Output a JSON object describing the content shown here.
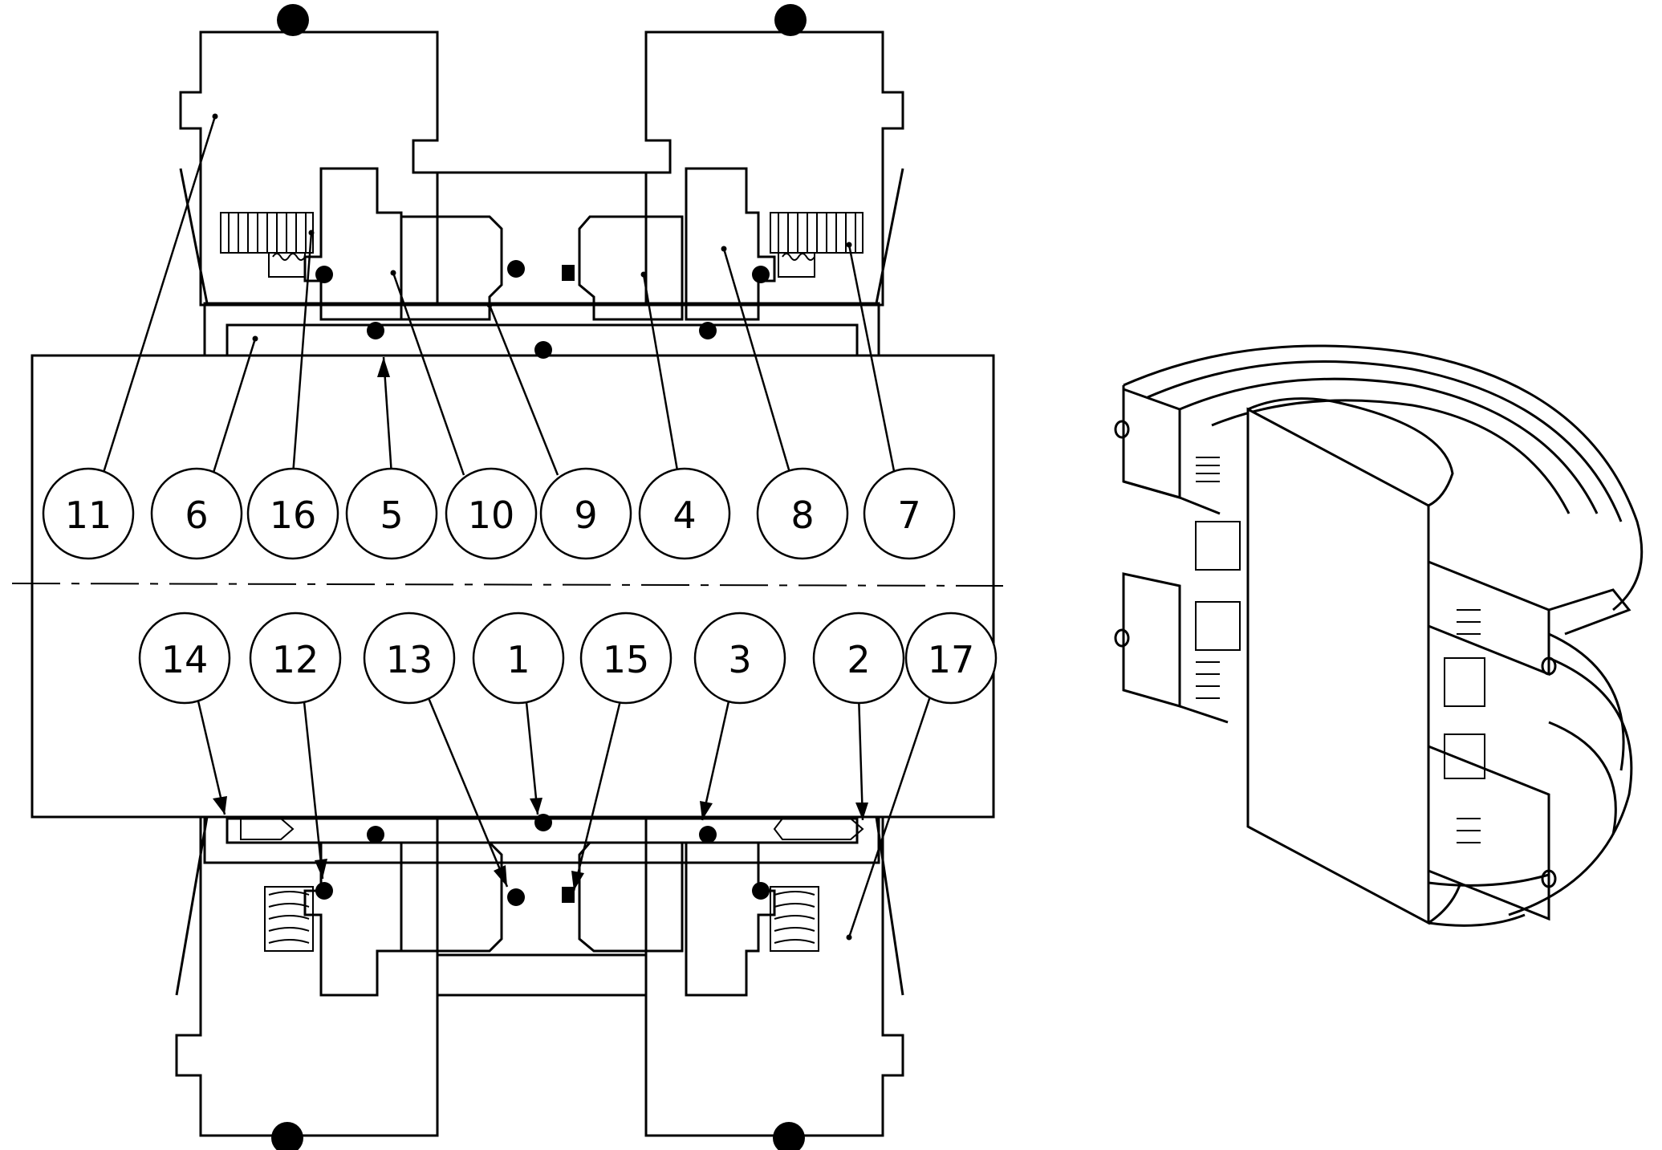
{
  "balloons_top": [
    {
      "label": "11"
    },
    {
      "label": "6"
    },
    {
      "label": "16"
    },
    {
      "label": "5"
    },
    {
      "label": "10"
    },
    {
      "label": "9"
    },
    {
      "label": "4"
    },
    {
      "label": "8"
    },
    {
      "label": "7"
    }
  ],
  "balloons_bottom": [
    {
      "label": "14"
    },
    {
      "label": "12"
    },
    {
      "label": "13"
    },
    {
      "label": "1"
    },
    {
      "label": "15"
    },
    {
      "label": "3"
    },
    {
      "label": "2"
    },
    {
      "label": "17"
    }
  ],
  "colors": {
    "line": "#000000",
    "background": "#ffffff"
  }
}
